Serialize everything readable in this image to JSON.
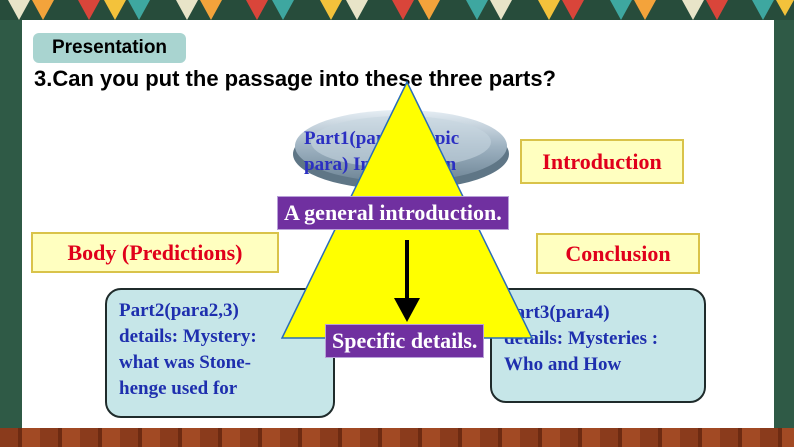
{
  "slide": {
    "section": "Presentation",
    "question": "3.Can you put the passage into these three parts?"
  },
  "part1": {
    "line1": "Part1(para1 : topic",
    "line2": "para) Introduction"
  },
  "labels": {
    "introduction": "Introduction",
    "body": "Body  (Predictions)",
    "conclusion": "Conclusion"
  },
  "arrows": {
    "general": "A general introduction.",
    "specific": "Specific details."
  },
  "part2": {
    "line1": "Part2(para2,3)",
    "line2": "details: Mystery:",
    "line3": "what was  Stone-",
    "line4": "henge used for"
  },
  "part3": {
    "line1": "Part3(para4)",
    "line2": "details: Mysteries :",
    "line3": "Who and How"
  },
  "colors": {
    "badge": "#a9d4d0",
    "triangle": "#ffff00",
    "purple": "#7030a0",
    "label_text": "#e0001b",
    "detail_text": "#1e2fae",
    "detail_fill": "#c6e6e8"
  }
}
